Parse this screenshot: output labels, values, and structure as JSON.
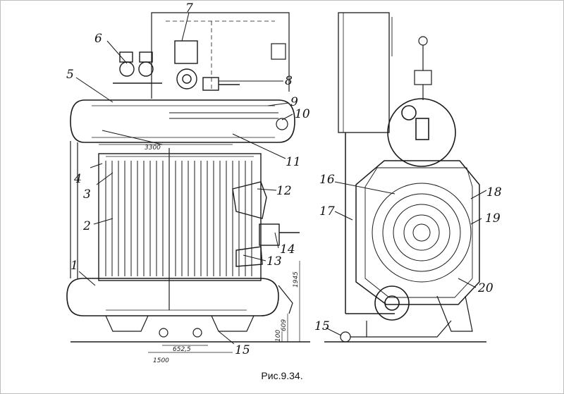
{
  "caption": "Рис.9.34.",
  "callouts": [
    "1",
    "2",
    "3",
    "4",
    "5",
    "6",
    "7",
    "8",
    "9",
    "10",
    "11",
    "12",
    "13",
    "14",
    "15",
    "15",
    "16",
    "17",
    "18",
    "19",
    "20"
  ],
  "dimensions": {
    "width_top": "3300",
    "width_bottom": "1500",
    "span": "652,5",
    "height_1": "1945",
    "height_2": "609",
    "height_3": "100"
  }
}
